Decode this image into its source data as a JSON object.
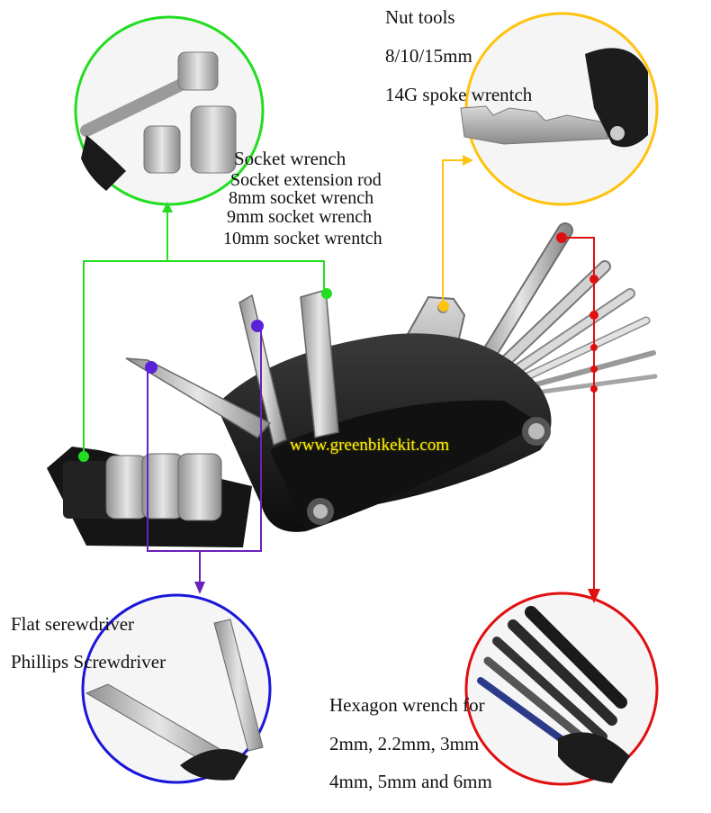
{
  "watermark": "www.greenbikekit.com",
  "labels": {
    "nut_tools": "Nut tools",
    "nut_sizes": "8/10/15mm",
    "spoke": "14G spoke wrentch",
    "socket_title": "Socket wrench",
    "socket_rod": "Socket extension rod",
    "socket_8": "8mm socket wrench",
    "socket_9": "9mm socket wrench",
    "socket_10": "10mm socket wrentch",
    "flat": "Flat serewdriver",
    "phillips": "Phillips Screwdriver",
    "hex_title": "Hexagon wrench for",
    "hex_sizes_1": "2mm, 2.2mm, 3mm",
    "hex_sizes_2": "4mm, 5mm and 6mm"
  },
  "colors": {
    "green": "#22dd22",
    "yellow": "#ffc20e",
    "blue": "#1a16d9",
    "red": "#e01010",
    "purple": "#6a22b8",
    "body": "#1a1a1a",
    "steel": "#b9b9b9"
  }
}
